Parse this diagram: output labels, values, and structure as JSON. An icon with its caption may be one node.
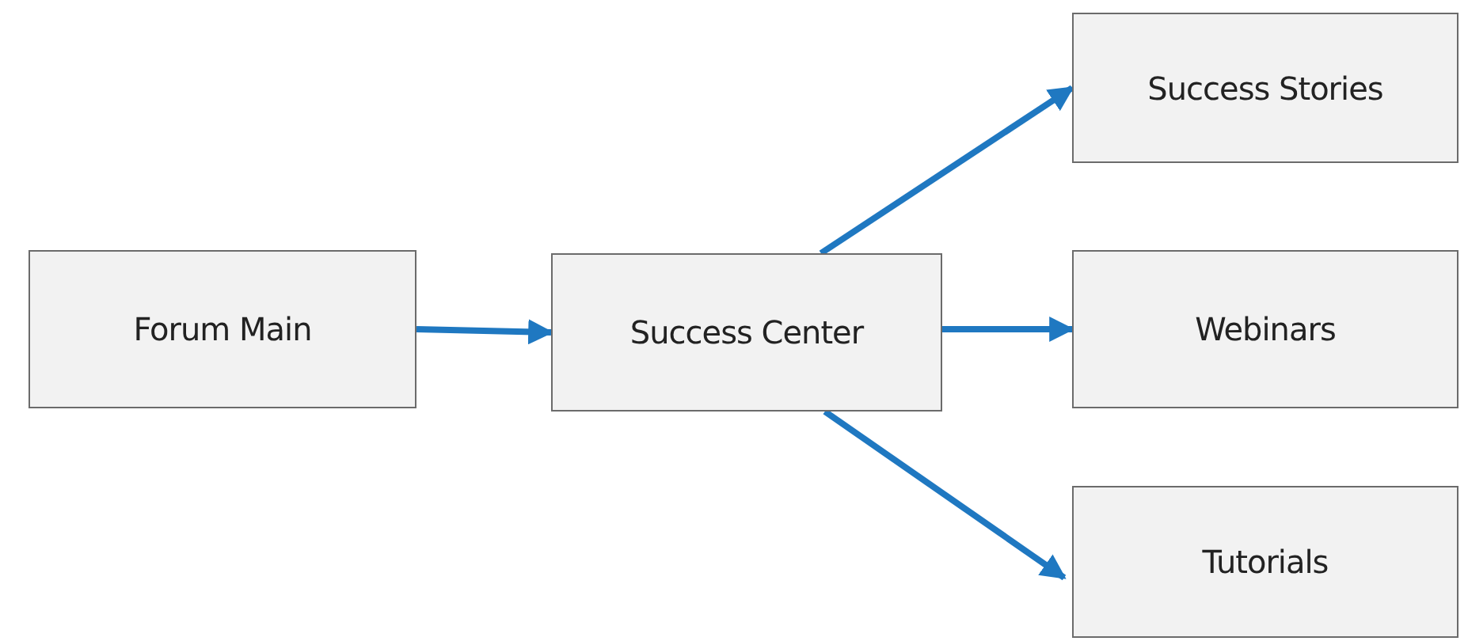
{
  "diagram": {
    "nodes": [
      {
        "text": [
          "Forum Main"
        ]
      },
      {
        "text": [
          "Success Center"
        ]
      },
      {
        "text": [
          "Success Stories"
        ]
      },
      {
        "text": [
          "Webinars"
        ]
      },
      {
        "text": [
          "Tutorials"
        ]
      }
    ],
    "edges": [
      {
        "from": 0,
        "to": 1,
        "arrow": "to"
      },
      {
        "from": 1,
        "to": 2,
        "arrow": "to"
      },
      {
        "from": 1,
        "to": 3,
        "arrow": "to"
      },
      {
        "from": 1,
        "to": 4,
        "arrow": "to"
      }
    ]
  }
}
